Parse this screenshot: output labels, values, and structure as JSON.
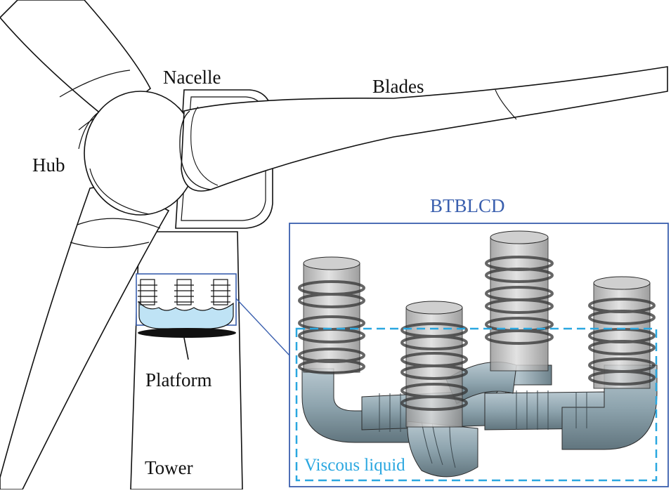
{
  "labels": {
    "nacelle": "Nacelle",
    "blades": "Blades",
    "hub": "Hub",
    "platform": "Platform",
    "tower": "Tower",
    "device": "BTBLCD",
    "liquid": "Viscous liquid"
  },
  "colors": {
    "outline": "#111111",
    "device_frame": "#3a5fae",
    "liquid_region": "#2aa7e0",
    "liquid_fill": "#bfe3f5",
    "pipe_fill": "#8fa4ae",
    "column_fill": "#c9c9c9"
  }
}
